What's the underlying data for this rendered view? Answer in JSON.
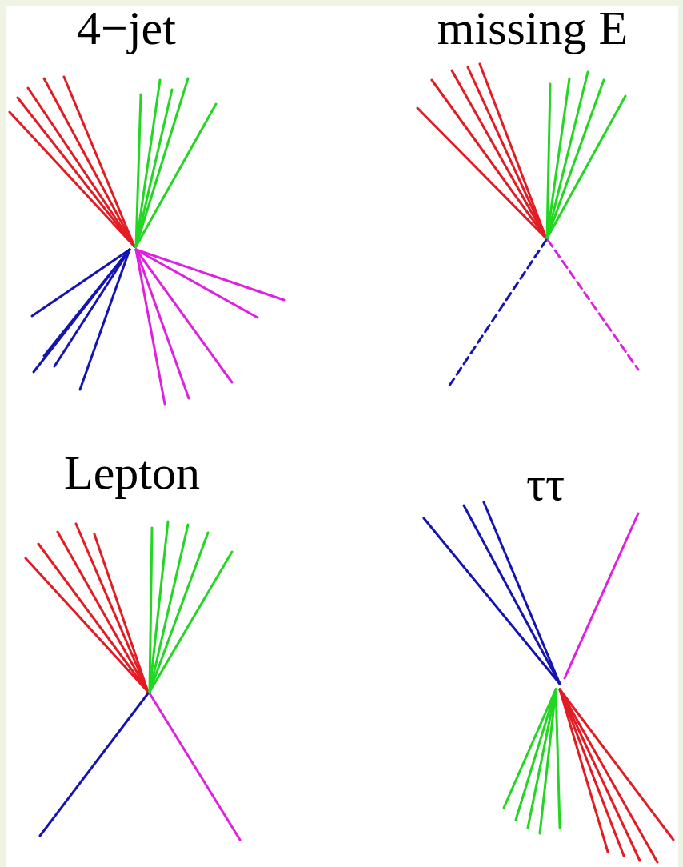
{
  "diagram": {
    "labels": [
      "4−jet",
      "missing E",
      "Lepton",
      "ττ"
    ]
  }
}
